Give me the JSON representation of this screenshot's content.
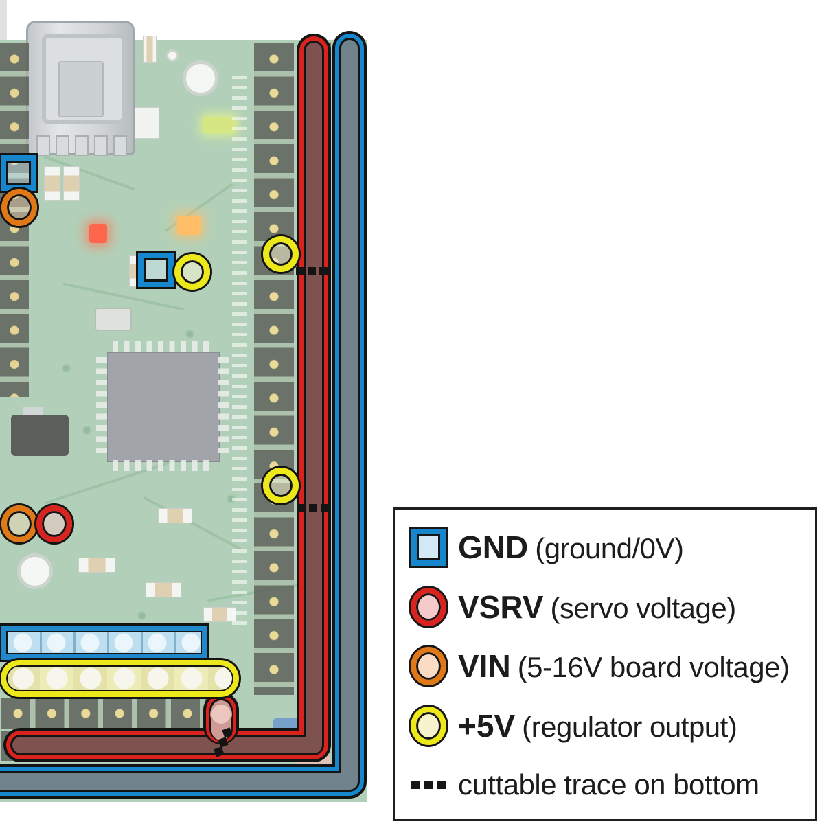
{
  "legend": {
    "items": [
      {
        "symbol": "gnd-square",
        "label": "GND",
        "description": "(ground/0V)",
        "color": "#1787cd",
        "fill": "#d4e9f6"
      },
      {
        "symbol": "vsrv-circle",
        "label": "VSRV",
        "description": "(servo voltage)",
        "color": "#d8231f",
        "fill": "#f6c9cb"
      },
      {
        "symbol": "vin-circle",
        "label": "VIN",
        "description": "(5-16V board voltage)",
        "color": "#e07818",
        "fill": "#fadcc4"
      },
      {
        "symbol": "plus5v-circle",
        "label": "+5V",
        "description": "(regulator output)",
        "color": "#ece819",
        "fill": "#f6f3cd"
      },
      {
        "symbol": "cuttable-dots",
        "label": "",
        "description": "cuttable trace on bottom",
        "color": "#161616"
      }
    ]
  },
  "board_annotations": {
    "gnd_square_markers": 2,
    "vin_circle_markers": 2,
    "vsrv_circle_markers": 1,
    "plus5v_circle_markers": 3,
    "cuttable_trace_marks": 3,
    "gnd_pin_row_pads": 6,
    "plus5v_pin_row_pads": 7,
    "vsrv_trace": "red outline over inner right header column, bottom power rail and stub",
    "gnd_trace": "blue outline over outer right header column and bottom edge row"
  },
  "colors": {
    "gnd_blue": "#1787cd",
    "vsrv_red": "#d8231f",
    "vin_orange": "#e07818",
    "plus5v_yellow": "#ece819",
    "board_green": "#a4c8ac"
  }
}
